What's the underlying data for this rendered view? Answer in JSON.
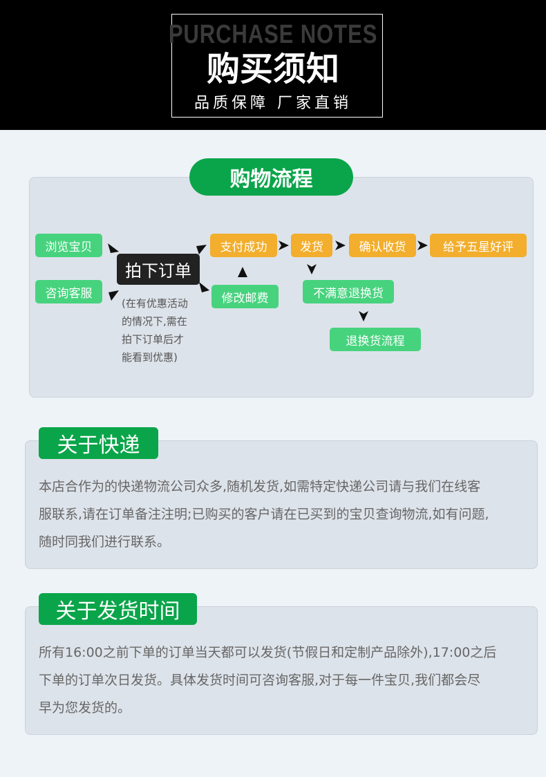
{
  "header": {
    "title_en": "PURCHASE NOTES",
    "title_cn": "购买须知",
    "subtitle": "品质保障 厂家直销"
  },
  "process": {
    "title": "购物流程",
    "browse": "浏览宝贝",
    "consult": "咨询客服",
    "place_order": "拍下订单",
    "note": [
      "(在有优惠活动",
      "的情况下,需在",
      "拍下订单后才",
      "能看到优惠)"
    ],
    "pay_success": "支付成功",
    "modify_shipping": "修改邮费",
    "ship": "发货",
    "confirm_receipt": "确认收货",
    "five_star": "给予五星好评",
    "unsatisfied_return": "不满意退换货",
    "return_process": "退换货流程"
  },
  "courier": {
    "title": "关于快递",
    "lines": [
      "本店合作为的快递物流公司众多,随机发货,如需特定快递公司请与我们在线客",
      "服联系,请在订单备注注明;已购买的客户请在已买到的宝贝查询物流,如有问题,",
      "随时同我们进行联系。"
    ]
  },
  "shipping_time": {
    "title": "关于发货时间",
    "lines": [
      "所有16:00之前下单的订单当天都可以发货(节假日和定制产品除外),17:00之后",
      "下单的订单次日发货。具体发货时间可咨询客服,对于每一件宝贝,我们都会尽",
      "早为您发货的。"
    ]
  },
  "colors": {
    "green_dark": "#0aa54a",
    "green_light": "#47d37e",
    "orange": "#f2ae2c",
    "panel": "#dde3ea"
  }
}
